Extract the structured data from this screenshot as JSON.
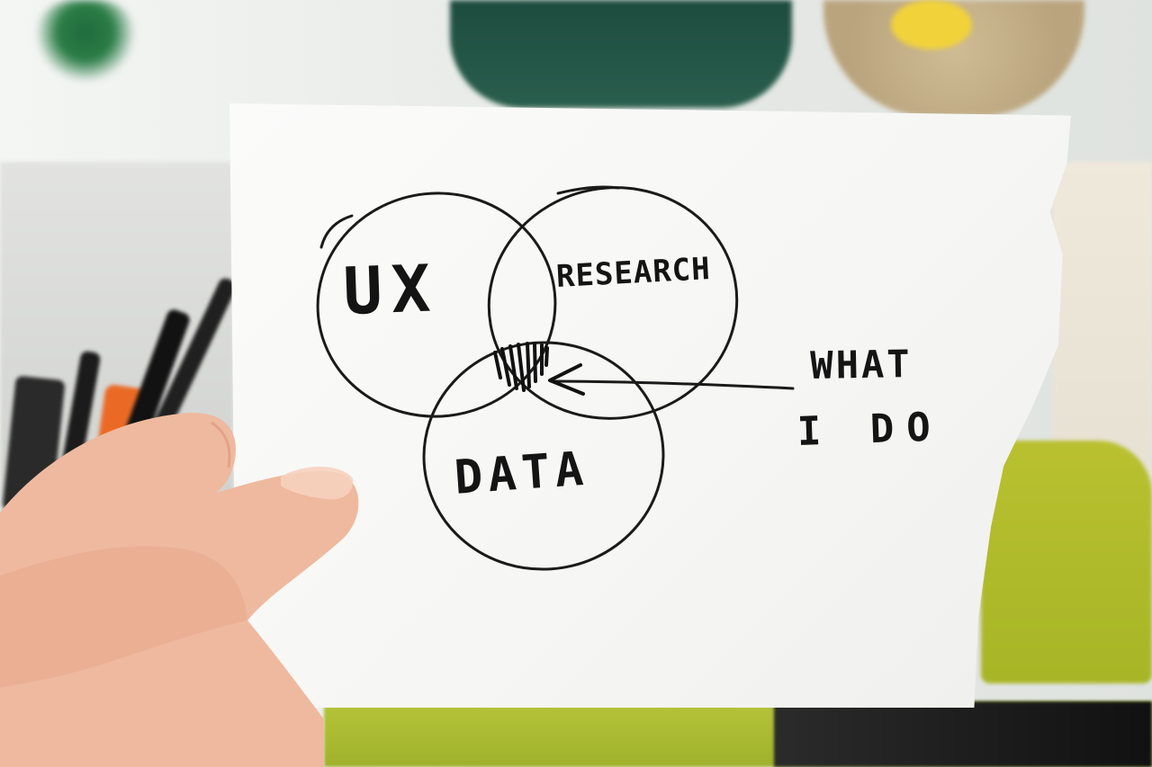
{
  "scene": {
    "colors": {
      "paper": "#f7f7f5",
      "ink": "#141414",
      "accent_green": "#b7c236",
      "plant_green": "#2b7d47",
      "pot_teal": "#1c4c3e",
      "skin": "#f2c0a5"
    }
  },
  "sketch": {
    "ux": "UX",
    "research": "RESEARCH",
    "data": "DATA",
    "note_line1": "WHAT",
    "note_line2": "I DO"
  }
}
